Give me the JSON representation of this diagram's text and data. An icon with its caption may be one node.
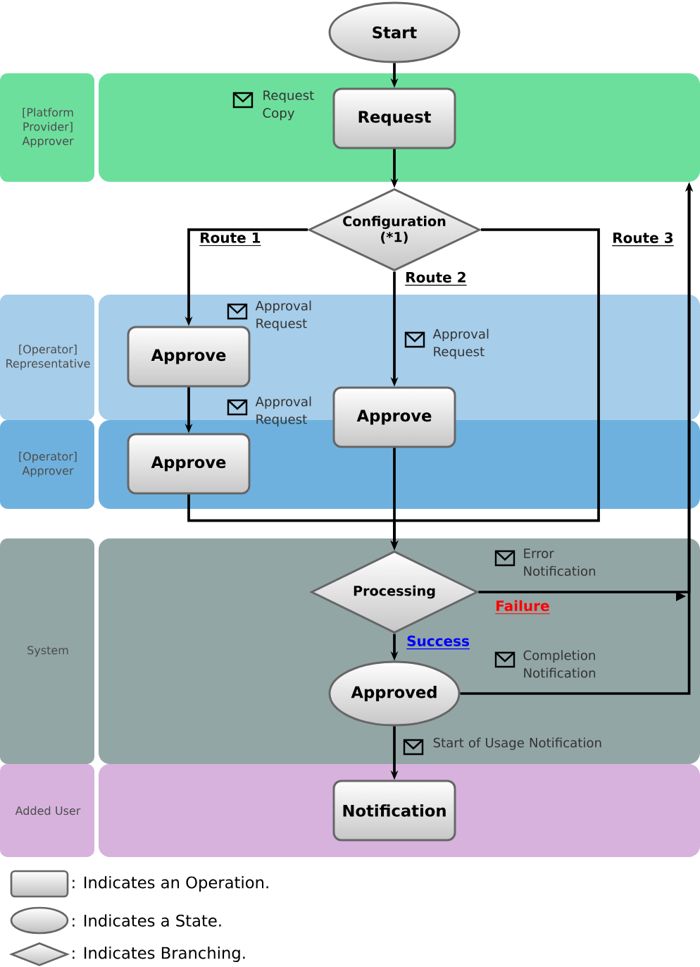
{
  "diagram": {
    "nodes": [
      {
        "text": [
          "Start"
        ]
      },
      {
        "text": [
          "[Platform Provider] Approver"
        ]
      },
      {
        "text": [
          "Request"
        ],
        "in": 1,
        "beside": [
          "Request Copy"
        ]
      },
      {
        "text": [
          "Configuration (*1)"
        ]
      },
      {
        "text": [
          "[Operator] Representative"
        ]
      },
      {
        "text": [
          "Approve"
        ],
        "in": 4,
        "beside": [
          "Approval Request"
        ]
      },
      {
        "text": [
          "Approve"
        ],
        "beside": [
          "Approval Request"
        ]
      },
      {
        "text": [
          "[Operator] Approver"
        ]
      },
      {
        "text": [
          "Approve"
        ],
        "in": 7,
        "beside": [
          "Approval Request"
        ]
      },
      {
        "text": [
          "System"
        ]
      },
      {
        "text": [
          "Processing"
        ],
        "in": 9,
        "beside": [
          "Error Notification"
        ]
      },
      {
        "text": [
          "Approved"
        ],
        "in": 9
      },
      {
        "text": [
          "Added User"
        ]
      },
      {
        "text": [
          "Notification"
        ],
        "in": 12
      }
    ],
    "edges": [
      {
        "from": 0,
        "to": 2,
        "arrow": "to"
      },
      {
        "from": 2,
        "to": 3,
        "arrow": "to"
      },
      {
        "from": 3,
        "to": 5,
        "arrow": "to",
        "label": "Route 1"
      },
      {
        "from": 3,
        "to": 6,
        "arrow": "to",
        "label": "Route 2"
      },
      {
        "from": 3,
        "to": 10,
        "arrow": "to",
        "label": "Route 3"
      },
      {
        "from": 5,
        "to": 8,
        "arrow": "to"
      },
      {
        "from": 8,
        "to": 10,
        "arrow": "to"
      },
      {
        "from": 6,
        "to": 10,
        "arrow": "to"
      },
      {
        "from": 10,
        "to": 1,
        "arrow": "to",
        "label": "Failure"
      },
      {
        "from": 10,
        "to": 11,
        "arrow": "to",
        "label": "Success"
      },
      {
        "from": 11,
        "to": 1,
        "arrow": "to",
        "label": "Completion Notification"
      },
      {
        "from": 11,
        "to": 13,
        "arrow": "to",
        "label": "Start of Usage Notification"
      }
    ],
    "legend": [
      {
        "text": ": Indicates an Operation."
      },
      {
        "text": ": Indicates a State."
      },
      {
        "text": ": Indicates Branching."
      }
    ]
  }
}
